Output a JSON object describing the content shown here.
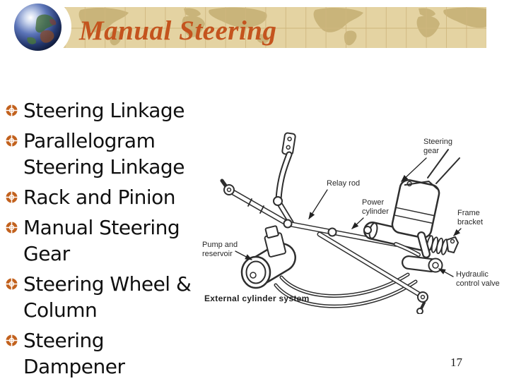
{
  "slide": {
    "title": "Manual Steering",
    "page_number": "17"
  },
  "colors": {
    "title_text": "#c4541e",
    "banner_bg": "#e4d3a2",
    "banner_map": "#c9b47a",
    "bullet_icon": "#c2611d",
    "body_text": "#101010",
    "diagram_ink": "#2e2e2e"
  },
  "bullets": {
    "items": [
      {
        "text": "Steering Linkage"
      },
      {
        "text": "Parallelogram\nSteering Linkage"
      },
      {
        "text": "Rack and Pinion"
      },
      {
        "text": "Manual Steering\nGear"
      },
      {
        "text": "Steering Wheel &\nColumn"
      },
      {
        "text": "Steering\nDampener"
      }
    ]
  },
  "diagram": {
    "caption": "External cylinder system",
    "labels": {
      "steering_gear": "Steering\ngear",
      "relay_rod": "Relay rod",
      "power_cylinder": "Power\ncylinder",
      "frame_bracket": "Frame\nbracket",
      "pump_reservoir": "Pump and\nreservoir",
      "hydraulic_control_valve": "Hydraulic\ncontrol valve"
    }
  }
}
